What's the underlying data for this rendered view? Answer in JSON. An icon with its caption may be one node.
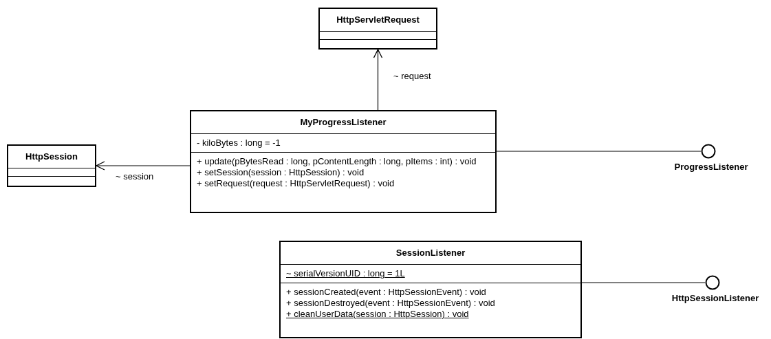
{
  "diagram": {
    "nodes": [
      {
        "text": [
          "HttpServletRequest"
        ]
      },
      {
        "text": [],
        "shape": "box",
        "in": 0
      },
      {
        "text": [],
        "shape": "box",
        "in": 0
      },
      {
        "text": [
          "HttpSession"
        ]
      },
      {
        "text": [],
        "shape": "box",
        "in": 3
      },
      {
        "text": [],
        "shape": "box",
        "in": 3
      },
      {
        "text": [
          "MyProgressListener"
        ]
      },
      {
        "text": [
          "- kiloBytes : long = -1"
        ],
        "in": 6
      },
      {
        "text": [
          "+ update(pBytesRead : long, pContentLength : long, pItems : int) : void",
          "+ setSession(session : HttpSession) : void",
          "+ setRequest(request : HttpServletRequest) : void"
        ],
        "in": 6
      },
      {
        "text": [],
        "shape": "circle",
        "beside": [
          "ProgressListener"
        ]
      },
      {
        "text": [
          "SessionListener"
        ]
      },
      {
        "text": [
          "~ serialVersionUID : long = 1L"
        ],
        "in": 10
      },
      {
        "text": [
          "+ sessionCreated(event : HttpSessionEvent) : void",
          "+ sessionDestroyed(event : HttpSessionEvent) : void",
          "+ cleanUserData(session : HttpSession) : void"
        ],
        "in": 10
      },
      {
        "text": [],
        "shape": "circle",
        "beside": [
          "HttpSessionListener"
        ]
      }
    ],
    "edges": [
      {
        "from": 6,
        "to": 0,
        "arrow": "to",
        "label": "~ request"
      },
      {
        "from": 6,
        "to": 3,
        "arrow": "to",
        "label": "~ session"
      },
      {
        "from": 6,
        "to": 9,
        "arrow": "none"
      },
      {
        "from": 10,
        "to": 13,
        "arrow": "none"
      }
    ]
  }
}
